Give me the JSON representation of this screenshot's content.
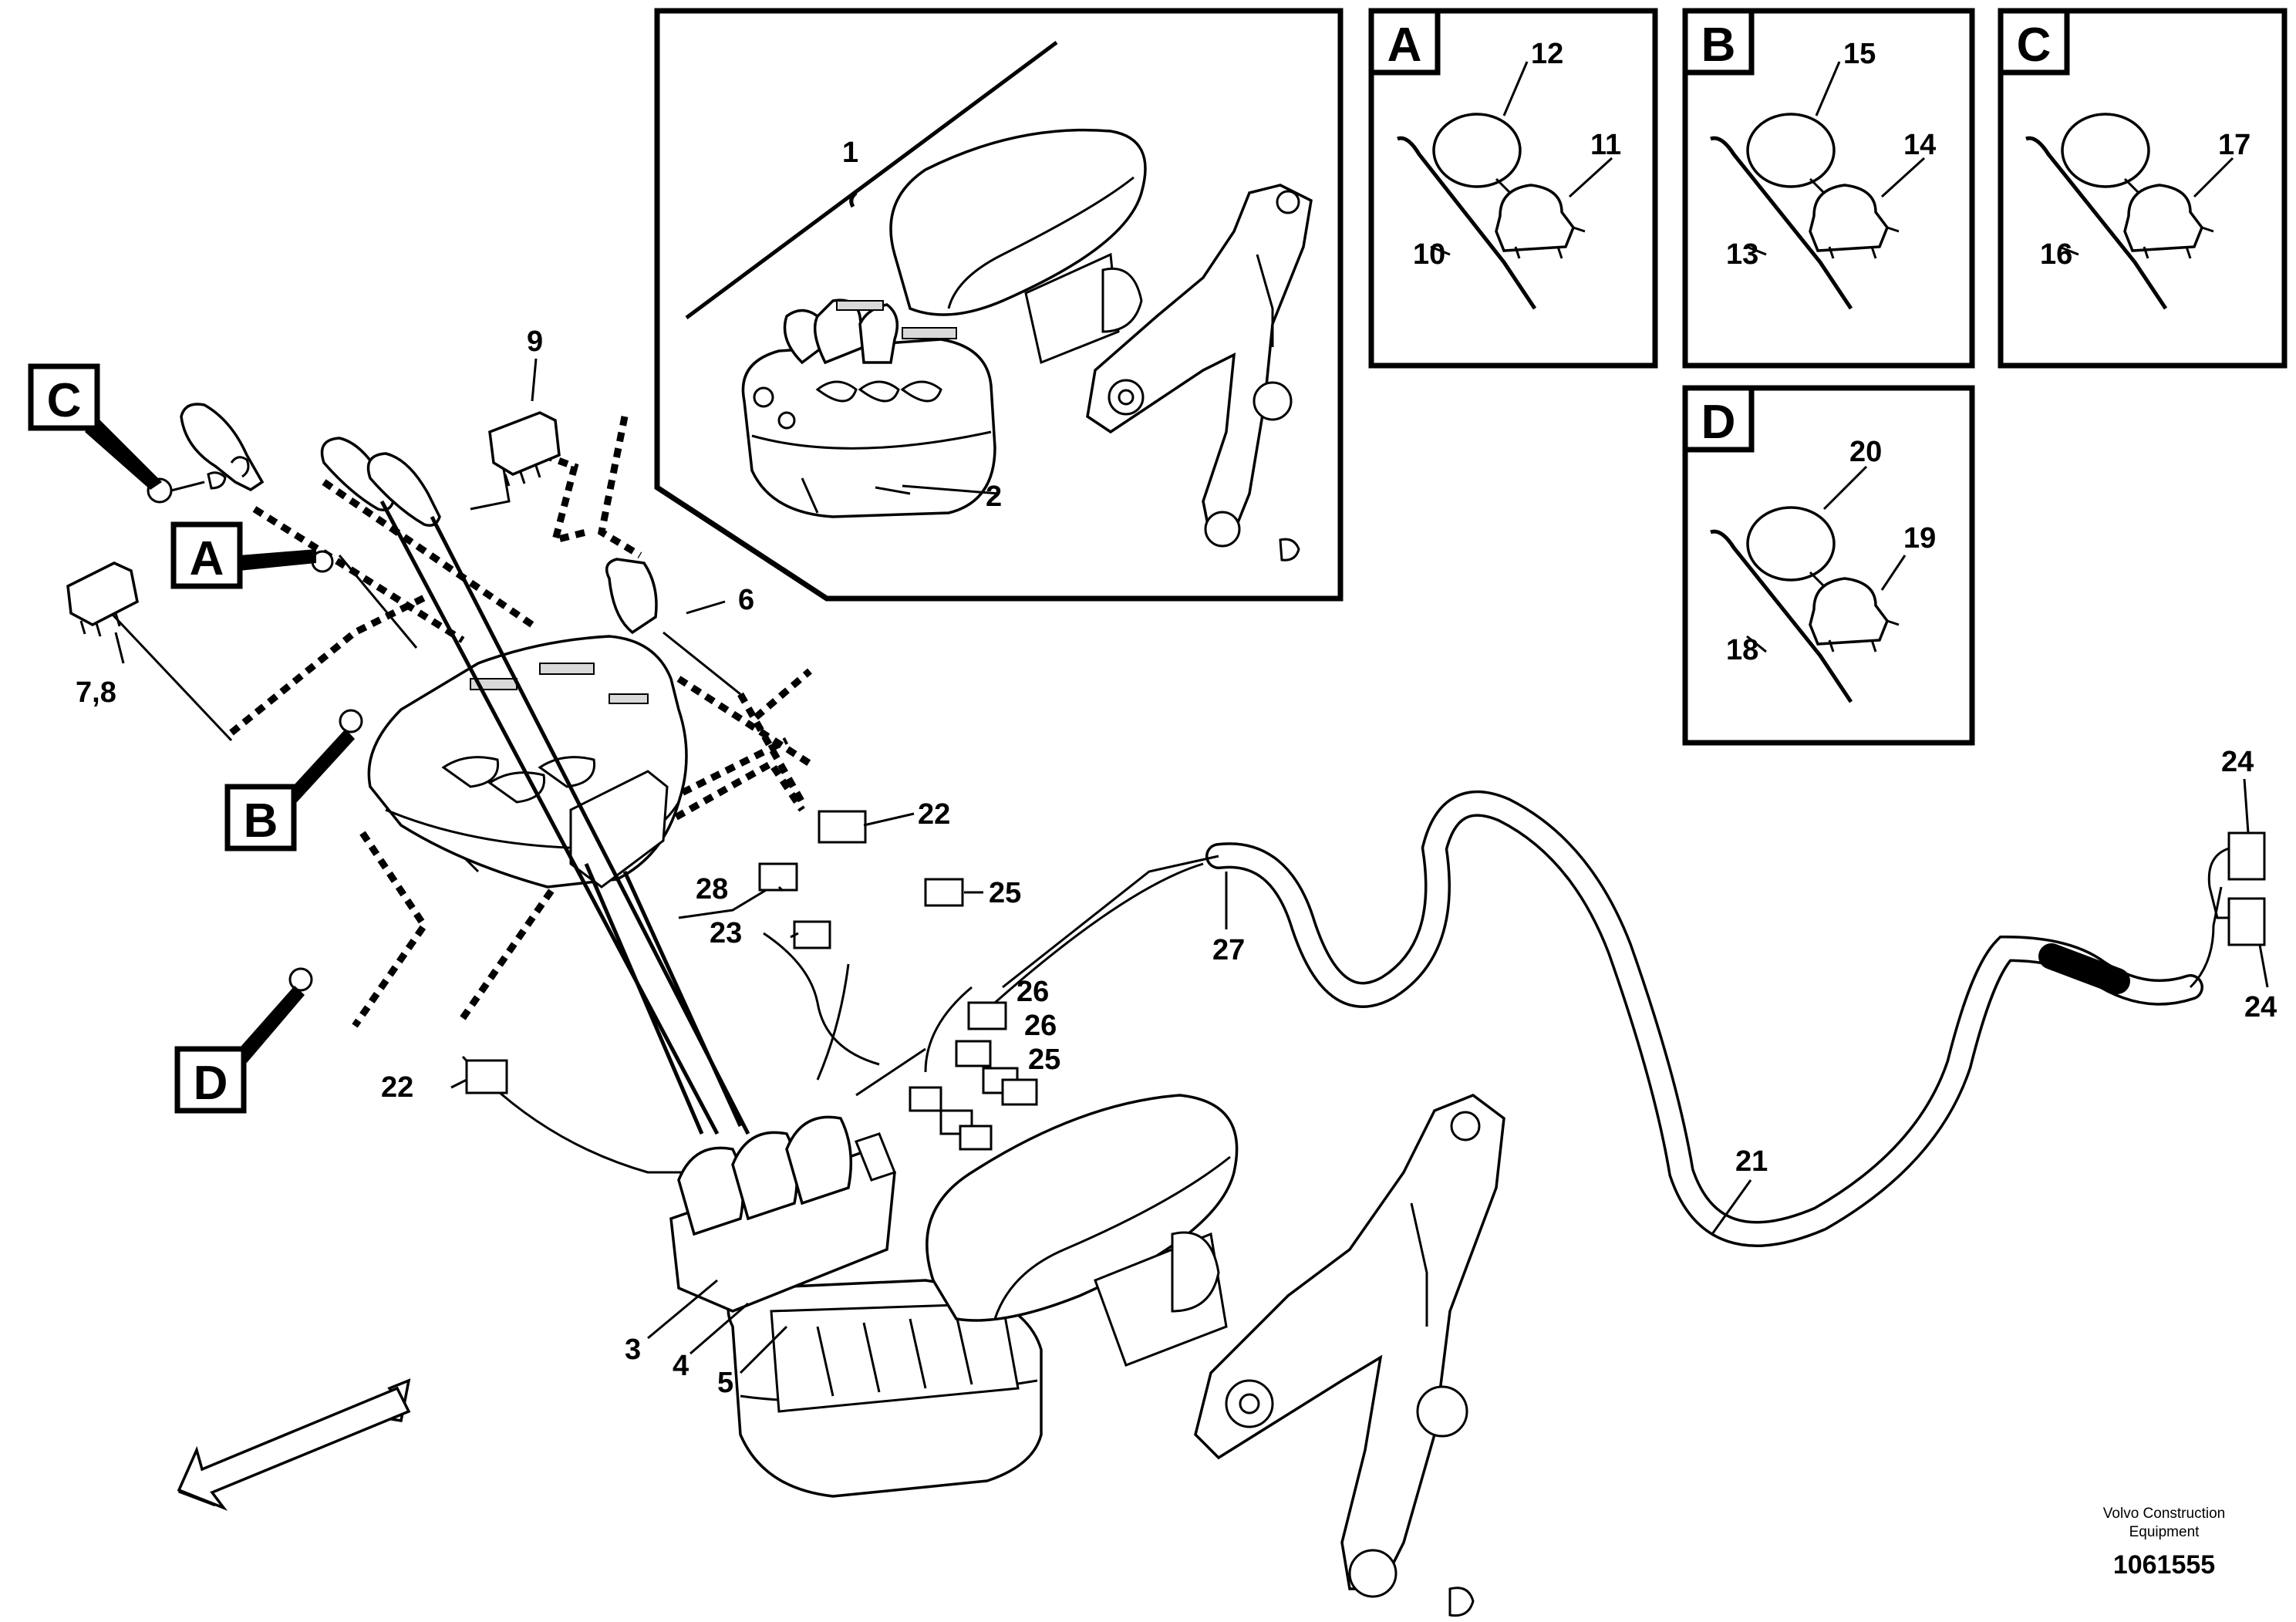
{
  "callouts": [
    {
      "id": "c1",
      "text": "1"
    },
    {
      "id": "c2",
      "text": "2"
    },
    {
      "id": "c3",
      "text": "3"
    },
    {
      "id": "c4",
      "text": "4"
    },
    {
      "id": "c5",
      "text": "5"
    },
    {
      "id": "c6",
      "text": "6"
    },
    {
      "id": "c78",
      "text": "7,8"
    },
    {
      "id": "c9",
      "text": "9"
    },
    {
      "id": "c10",
      "text": "10"
    },
    {
      "id": "c11",
      "text": "11"
    },
    {
      "id": "c12",
      "text": "12"
    },
    {
      "id": "c13",
      "text": "13"
    },
    {
      "id": "c14",
      "text": "14"
    },
    {
      "id": "c15",
      "text": "15"
    },
    {
      "id": "c16",
      "text": "16"
    },
    {
      "id": "c17",
      "text": "17"
    },
    {
      "id": "c18",
      "text": "18"
    },
    {
      "id": "c19",
      "text": "19"
    },
    {
      "id": "c20",
      "text": "20"
    },
    {
      "id": "c21",
      "text": "21"
    },
    {
      "id": "c22a",
      "text": "22"
    },
    {
      "id": "c22b",
      "text": "22"
    },
    {
      "id": "c23",
      "text": "23"
    },
    {
      "id": "c24a",
      "text": "24"
    },
    {
      "id": "c24b",
      "text": "24"
    },
    {
      "id": "c25a",
      "text": "25"
    },
    {
      "id": "c25b",
      "text": "25"
    },
    {
      "id": "c26a",
      "text": "26"
    },
    {
      "id": "c26b",
      "text": "26"
    },
    {
      "id": "c27",
      "text": "27"
    },
    {
      "id": "c28",
      "text": "28"
    }
  ],
  "detail_boxes": [
    {
      "id": "A",
      "letter": "A"
    },
    {
      "id": "B",
      "letter": "B"
    },
    {
      "id": "C",
      "letter": "C"
    },
    {
      "id": "D",
      "letter": "D"
    }
  ],
  "view_markers": [
    {
      "id": "mC",
      "letter": "C"
    },
    {
      "id": "mA",
      "letter": "A"
    },
    {
      "id": "mB",
      "letter": "B"
    },
    {
      "id": "mD",
      "letter": "D"
    }
  ],
  "credit": {
    "line1": "Volvo Construction",
    "line2": "Equipment",
    "doc_number": "1061555"
  }
}
